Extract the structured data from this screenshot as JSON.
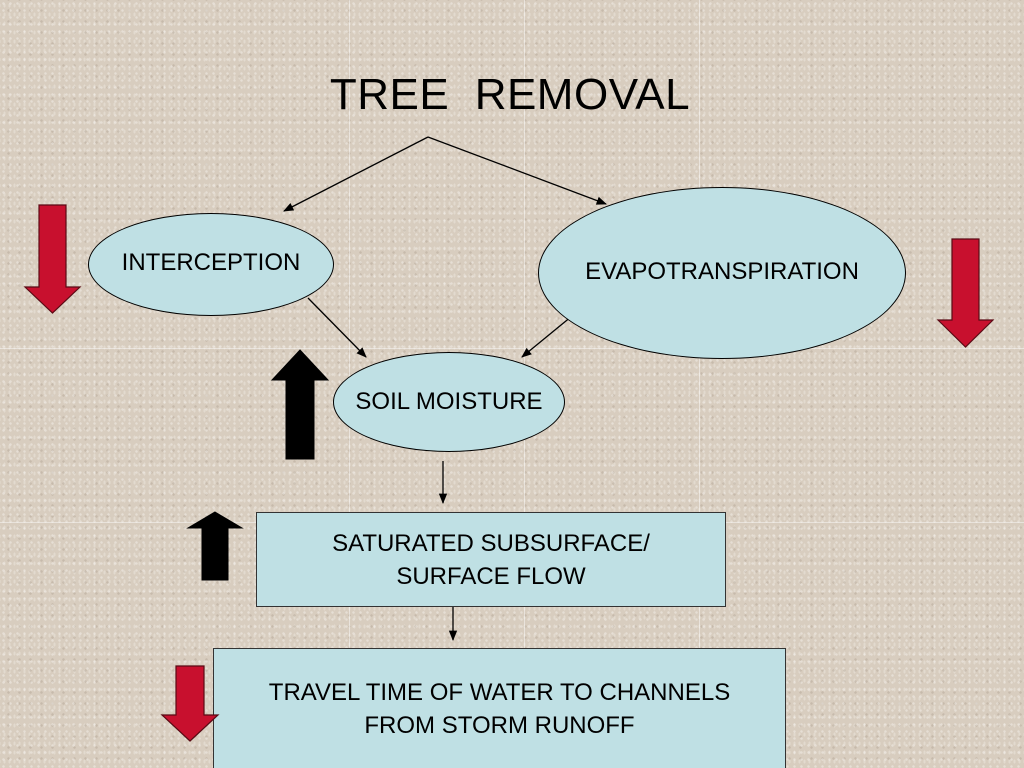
{
  "title": "TREE  REMOVAL",
  "nodes": {
    "interception": "INTERCEPTION",
    "evapotranspiration": "EVAPOTRANSPIRATION",
    "soil_moisture": "SOIL MOISTURE",
    "saturated_line1": "SATURATED SUBSURFACE/",
    "saturated_line2": "SURFACE FLOW",
    "travel_line1": "TRAVEL TIME OF WATER TO CHANNELS",
    "travel_line2": "FROM STORM RUNOFF"
  },
  "indicators": {
    "interception": "decrease",
    "evapotranspiration": "decrease",
    "soil_moisture": "increase",
    "saturated_flow": "increase",
    "travel_time": "decrease"
  },
  "colors": {
    "node_fill": "#bfe0e4",
    "decrease_arrow": "#c8102e",
    "increase_arrow": "#000000",
    "background": "#d8cdbf"
  }
}
